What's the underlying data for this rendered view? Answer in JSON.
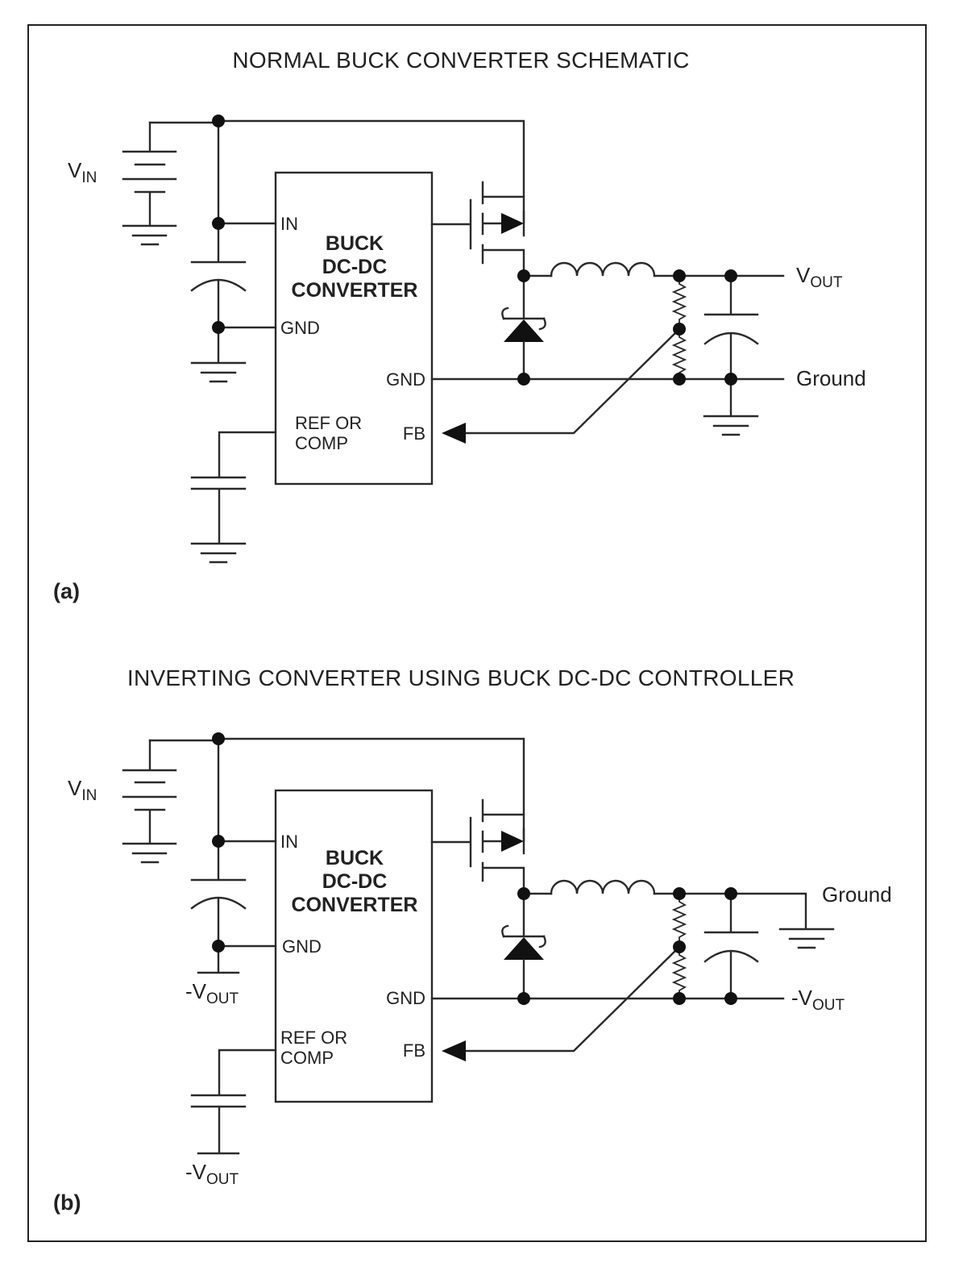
{
  "diagram_a": {
    "title": "NORMAL BUCK CONVERTER SCHEMATIC",
    "panel_label": "(a)",
    "chip_lines": [
      "BUCK",
      "DC-DC",
      "CONVERTER"
    ],
    "pins": {
      "in": "IN",
      "gnd_left": "GND",
      "ref_line1": "REF OR",
      "ref_line2": "COMP",
      "gnd_right": "GND",
      "fb": "FB"
    },
    "vin": {
      "main": "V",
      "sub": "IN"
    },
    "vout": {
      "main": "V",
      "sub": "OUT"
    },
    "ground_label": "Ground"
  },
  "diagram_b": {
    "title": "INVERTING CONVERTER USING BUCK DC-DC CONTROLLER",
    "panel_label": "(b)",
    "chip_lines": [
      "BUCK",
      "DC-DC",
      "CONVERTER"
    ],
    "pins": {
      "in": "IN",
      "gnd_left": "GND",
      "ref_line1": "REF OR",
      "ref_line2": "COMP",
      "gnd_right": "GND",
      "fb": "FB"
    },
    "vin": {
      "main": "V",
      "sub": "IN"
    },
    "ground_label": "Ground",
    "neg_vout": {
      "main": "-V",
      "sub": "OUT"
    }
  }
}
